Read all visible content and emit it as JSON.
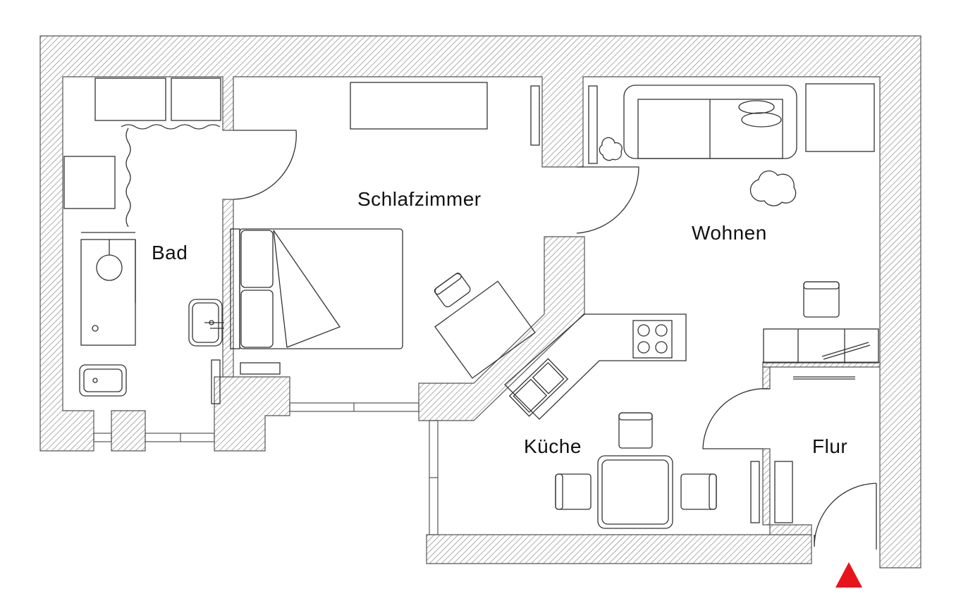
{
  "plan": {
    "rooms": {
      "bad": "Bad",
      "schlafzimmer": "Schlafzimmer",
      "wohnen": "Wohnen",
      "kueche": "Küche",
      "flur": "Flur"
    },
    "colors": {
      "line": "#333333",
      "wall_hatch": "#888888",
      "entrance_marker": "#e8141b",
      "background": "#ffffff"
    },
    "icons": [
      "entrance-arrow-icon",
      "stove-icon",
      "sink-icon",
      "toilet-icon",
      "shower-icon"
    ]
  }
}
